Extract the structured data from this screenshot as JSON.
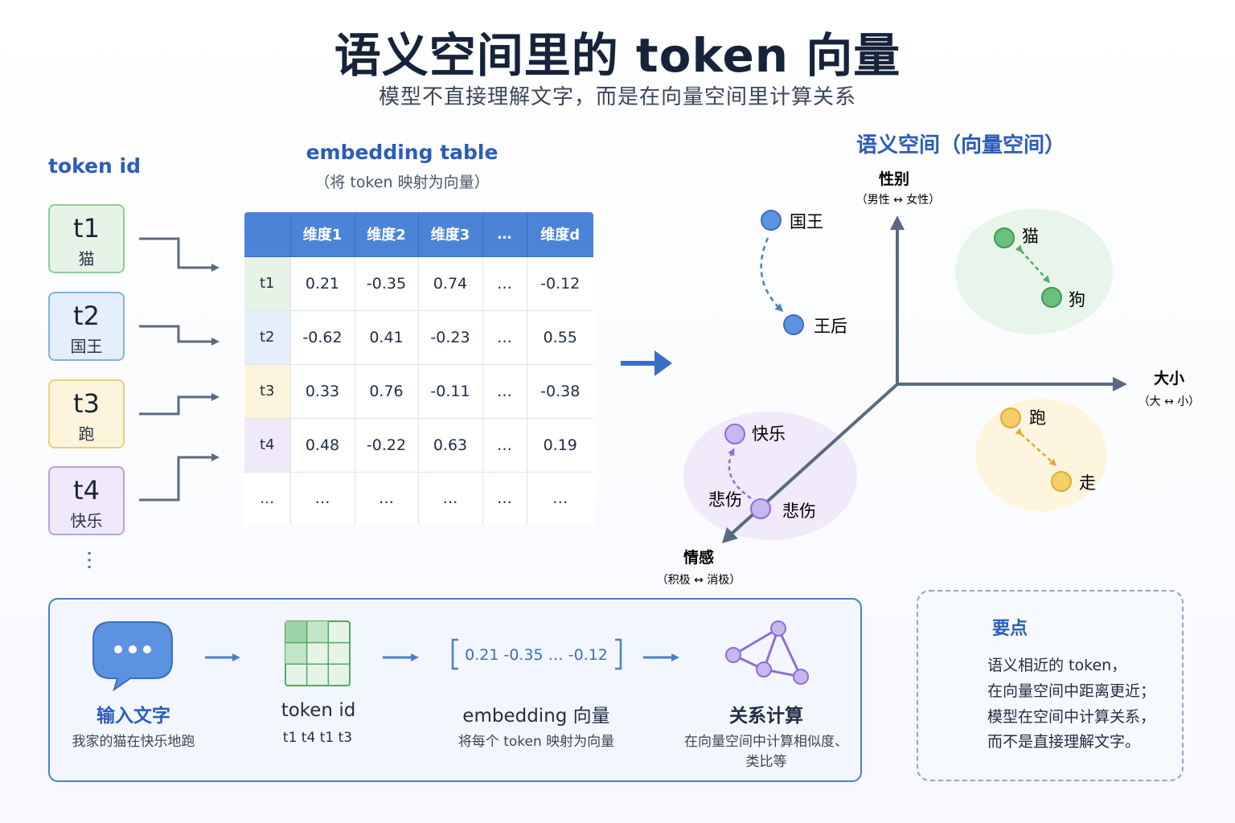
{
  "title": "语义空间里的 token 向量",
  "subtitle": "模型不直接理解文字，而是在向量空间里计算关系",
  "token_section": {
    "heading": "token id",
    "tokens": [
      {
        "id": "t1",
        "word": "猫"
      },
      {
        "id": "t2",
        "word": "国王"
      },
      {
        "id": "t3",
        "word": "跑"
      },
      {
        "id": "t4",
        "word": "快乐"
      }
    ],
    "ellipsis": "⋯"
  },
  "embedding_table": {
    "heading": "embedding table",
    "subheading": "（将 token 映射为向量）",
    "columns": [
      "",
      "维度1",
      "维度2",
      "维度3",
      "…",
      "维度d"
    ],
    "rows": [
      [
        "t1",
        "0.21",
        "-0.35",
        "0.74",
        "…",
        "-0.12"
      ],
      [
        "t2",
        "-0.62",
        "0.41",
        "-0.23",
        "…",
        "0.55"
      ],
      [
        "t3",
        "0.33",
        "0.76",
        "-0.11",
        "…",
        "-0.38"
      ],
      [
        "t4",
        "0.48",
        "-0.22",
        "0.63",
        "…",
        "0.19"
      ],
      [
        "…",
        "…",
        "…",
        "…",
        "…",
        "…"
      ]
    ]
  },
  "semantic_space": {
    "heading": "语义空间（向量空间）",
    "axes": {
      "vertical": {
        "name": "性别",
        "sub": "（男性 ↔ 女性）"
      },
      "horizontal": {
        "name": "大小",
        "sub": "（大 ↔ 小）"
      },
      "diagonal": {
        "name": "情感",
        "sub": "（积极 ↔ 消极）"
      }
    },
    "points": {
      "king": "国王",
      "queen": "王后",
      "cat": "猫",
      "dog": "狗",
      "run": "跑",
      "walk": "走",
      "happy": "快乐",
      "sad_left": "悲伤",
      "sad_right": "悲伤"
    },
    "colors": {
      "blue": "#5b93e0",
      "green": "#6cbf7a",
      "yellow": "#f5cf6a",
      "purple": "#b29ae6",
      "axis": "#5a6a80"
    }
  },
  "flow": {
    "steps": [
      {
        "title": "输入文字",
        "sub": "我家的猫在快乐地跑",
        "icon": "chat-bubble-icon"
      },
      {
        "title": "token id",
        "sub": "t1    t4    t1    t3",
        "icon": "grid-icon"
      },
      {
        "title": "embedding 向量",
        "sub": "将每个 token 映射为向量",
        "icon": "vector-bracket-icon",
        "vector": "0.21  -0.35  …  -0.12"
      },
      {
        "title": "关系计算",
        "sub1": "在向量空间中计算相似度、",
        "sub2": "类比等",
        "icon": "graph-network-icon"
      }
    ]
  },
  "tip": {
    "title": "要点",
    "lines": [
      "语义相近的 token，",
      "在向量空间中距离更近；",
      "模型在空间中计算关系，",
      "而不是直接理解文字。"
    ],
    "icon": "lightbulb-icon"
  }
}
